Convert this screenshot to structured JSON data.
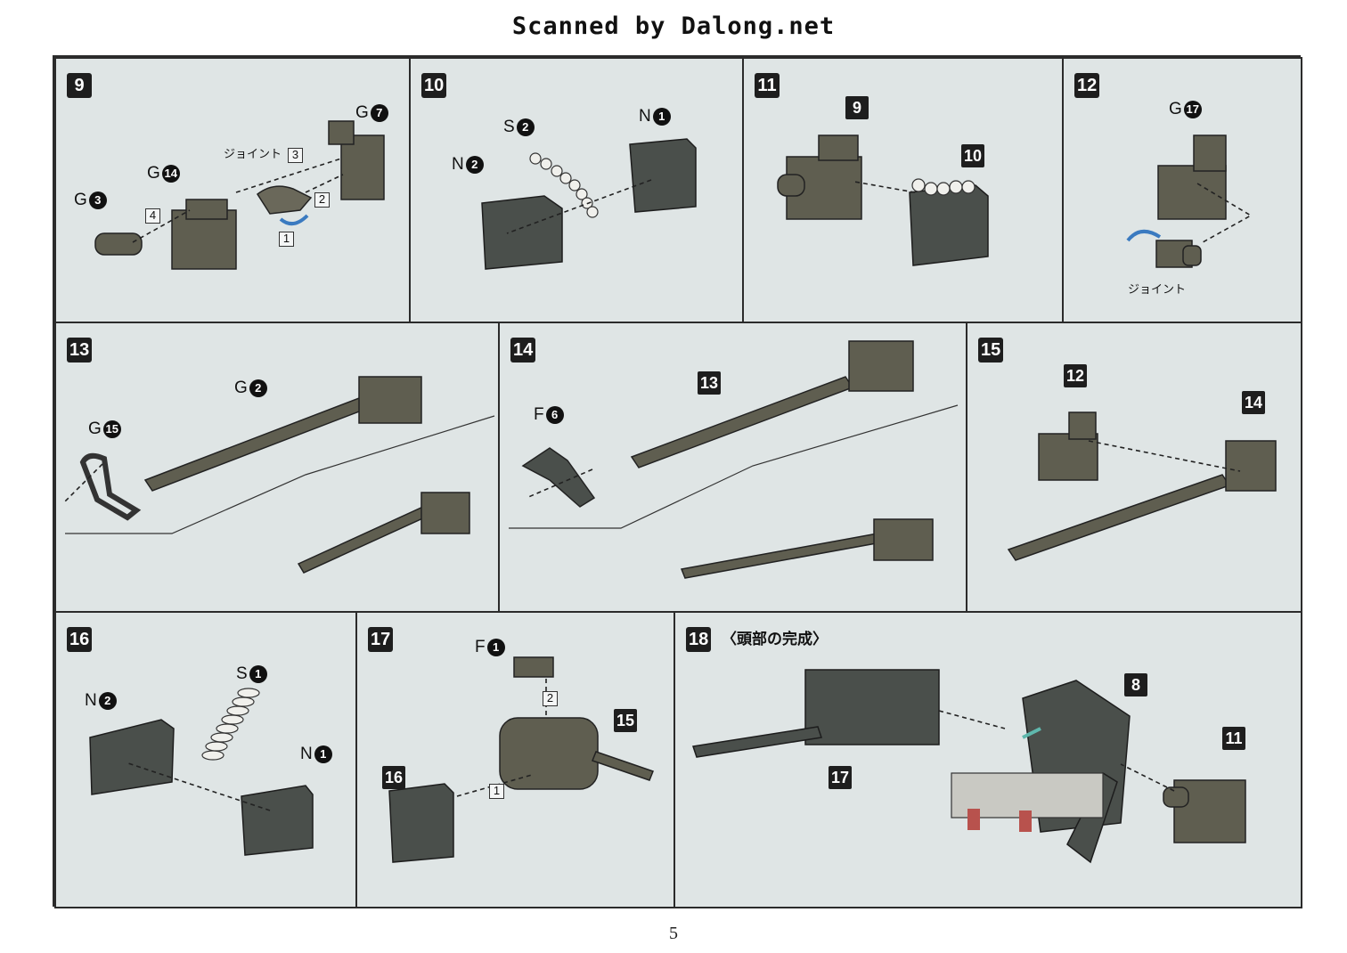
{
  "header": {
    "scan_credit": "Scanned by Dalong.net"
  },
  "page_number": "5",
  "joint_label": "ジョイント",
  "steps": {
    "s9": {
      "number": "9",
      "labels": {
        "g3": {
          "letter": "G",
          "num": "3"
        },
        "g14": {
          "letter": "G",
          "num": "14"
        },
        "g7": {
          "letter": "G",
          "num": "7"
        }
      },
      "order": [
        "1",
        "2",
        "3",
        "4"
      ]
    },
    "s10": {
      "number": "10",
      "labels": {
        "s2": {
          "letter": "S",
          "num": "2"
        },
        "n1": {
          "letter": "N",
          "num": "1"
        },
        "n2": {
          "letter": "N",
          "num": "2"
        }
      }
    },
    "s11": {
      "number": "11",
      "refs": [
        "9",
        "10"
      ]
    },
    "s12": {
      "number": "12",
      "labels": {
        "g17": {
          "letter": "G",
          "num": "17"
        }
      }
    },
    "s13": {
      "number": "13",
      "labels": {
        "g2": {
          "letter": "G",
          "num": "2"
        },
        "g15": {
          "letter": "G",
          "num": "15"
        }
      }
    },
    "s14": {
      "number": "14",
      "labels": {
        "f6": {
          "letter": "F",
          "num": "6"
        }
      },
      "refs": [
        "13"
      ]
    },
    "s15": {
      "number": "15",
      "refs": [
        "12",
        "14"
      ]
    },
    "s16": {
      "number": "16",
      "labels": {
        "s1": {
          "letter": "S",
          "num": "1"
        },
        "n2": {
          "letter": "N",
          "num": "2"
        },
        "n1": {
          "letter": "N",
          "num": "1"
        }
      }
    },
    "s17": {
      "number": "17",
      "labels": {
        "f1": {
          "letter": "F",
          "num": "1"
        }
      },
      "refs": [
        "15",
        "16"
      ],
      "order": [
        "1",
        "2"
      ]
    },
    "s18": {
      "number": "18",
      "title": "〈頭部の完成〉",
      "refs": [
        "17",
        "8",
        "11"
      ]
    }
  },
  "colors": {
    "panel_bg": "#dfe5e5",
    "part_dark": "#4a4f4b",
    "part_olive": "#5f5e50",
    "part_light": "#c9c9c3",
    "accent_red": "#b8524d",
    "accent_teal": "#5fb8ad"
  }
}
